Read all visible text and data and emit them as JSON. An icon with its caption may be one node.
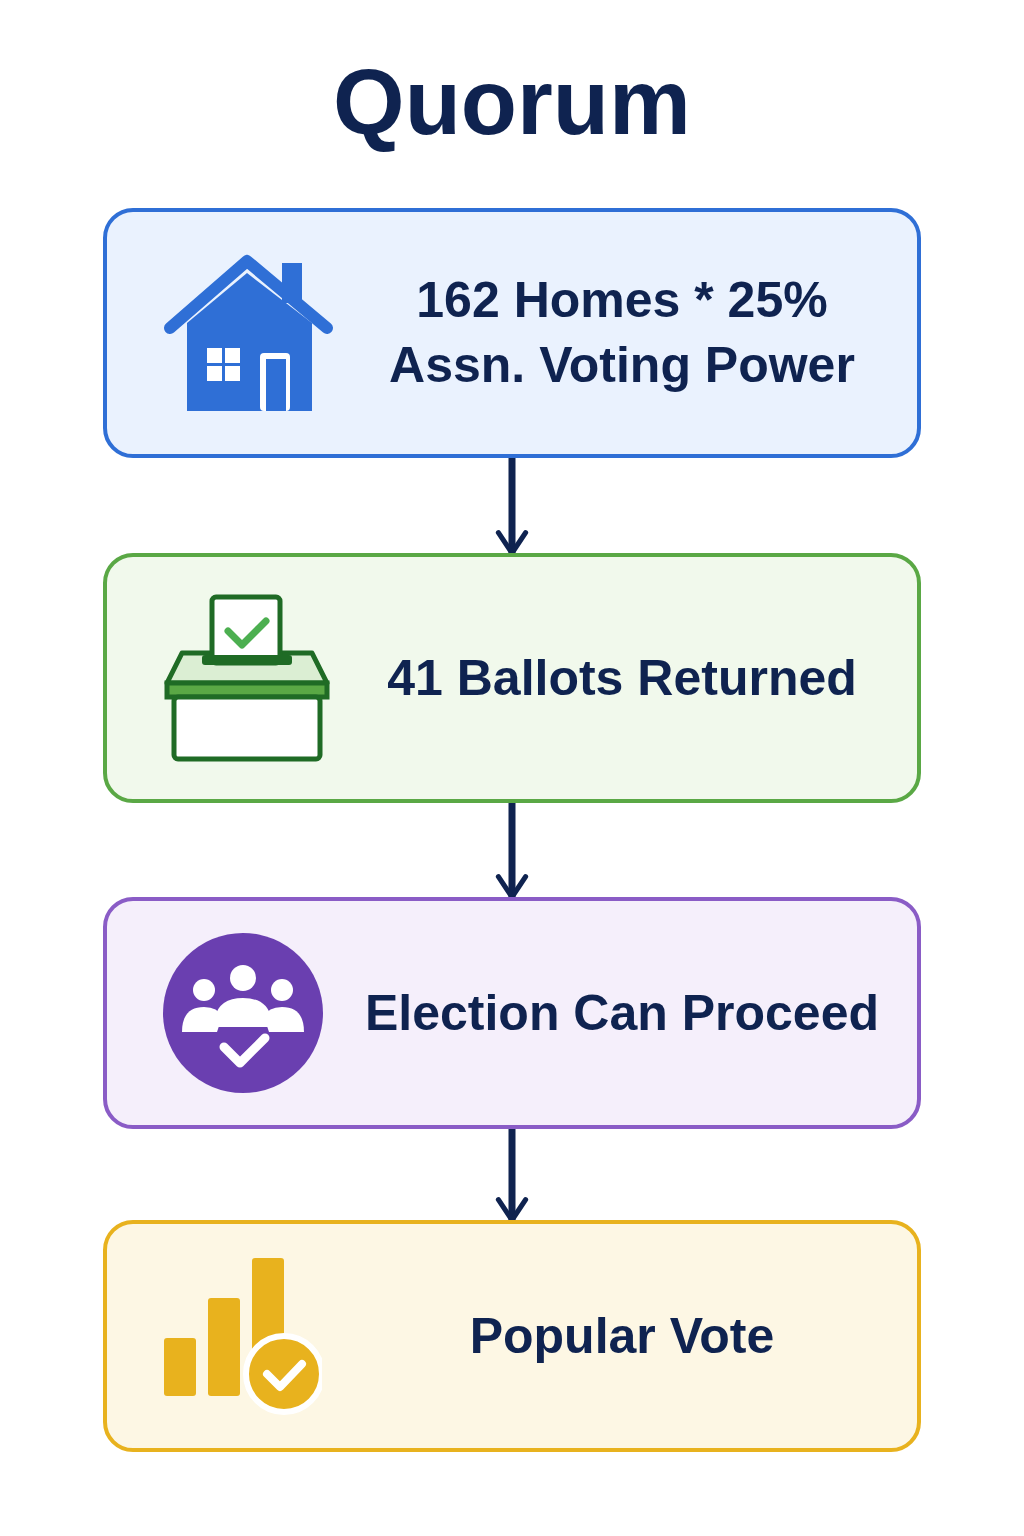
{
  "diagram": {
    "title": "Quorum",
    "nodes": [
      {
        "text": [
          "162 Homes * 25% Assn. Voting Power"
        ]
      },
      {
        "text": [
          "41 Ballots Returned"
        ]
      },
      {
        "text": [
          "Election Can Proceed"
        ]
      },
      {
        "text": [
          "Popular Vote"
        ]
      }
    ],
    "edges": [
      {
        "from": 0,
        "to": 1,
        "arrow": "to"
      },
      {
        "from": 1,
        "to": 2,
        "arrow": "to"
      },
      {
        "from": 2,
        "to": 3,
        "arrow": "to"
      }
    ]
  }
}
